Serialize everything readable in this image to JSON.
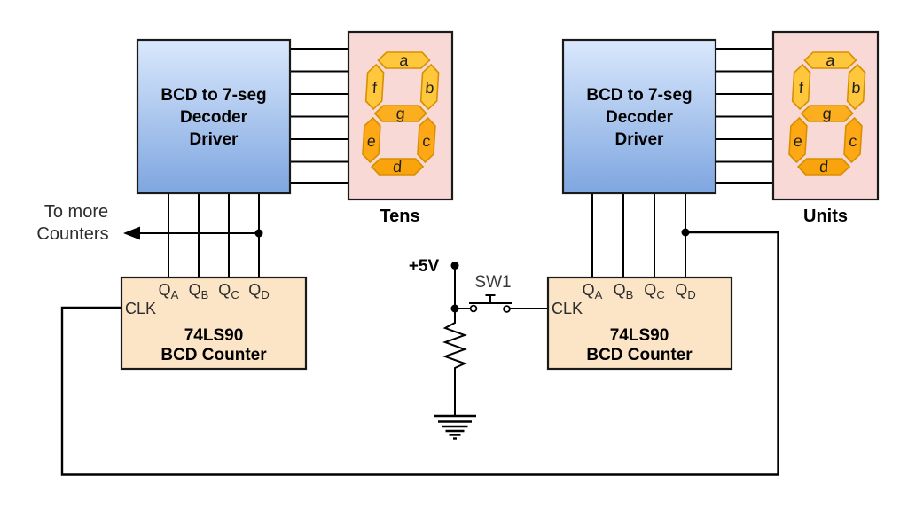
{
  "palette": {
    "decoder_fill_top": "#DAE8FC",
    "decoder_fill_bottom": "#7EA6E0",
    "counter_fill": "#FCE4C6",
    "display_fill": "#F8D9D6",
    "seg_fill_top": "#FFC83C",
    "seg_fill_mid": "#FBAE1E",
    "seg_fill_low": "#FFA815",
    "seg_fill_bottom": "#F9A30D"
  },
  "decoder": {
    "line1": "BCD to 7-seg",
    "line2": "Decoder",
    "line3": "Driver"
  },
  "counter": {
    "line1": "74LS90",
    "line2": "BCD Counter",
    "clk": "CLK",
    "pin_base": "Q",
    "pin_subs": [
      "A",
      "B",
      "C",
      "D"
    ]
  },
  "displays": {
    "tens_caption": "Tens",
    "units_caption": "Units",
    "segments": {
      "a": "a",
      "b": "b",
      "c": "c",
      "d": "d",
      "e": "e",
      "f": "f",
      "g": "g"
    }
  },
  "annotations": {
    "to_more_1": "To more",
    "to_more_2": "Counters",
    "supply": "+5V",
    "switch": "SW1"
  }
}
